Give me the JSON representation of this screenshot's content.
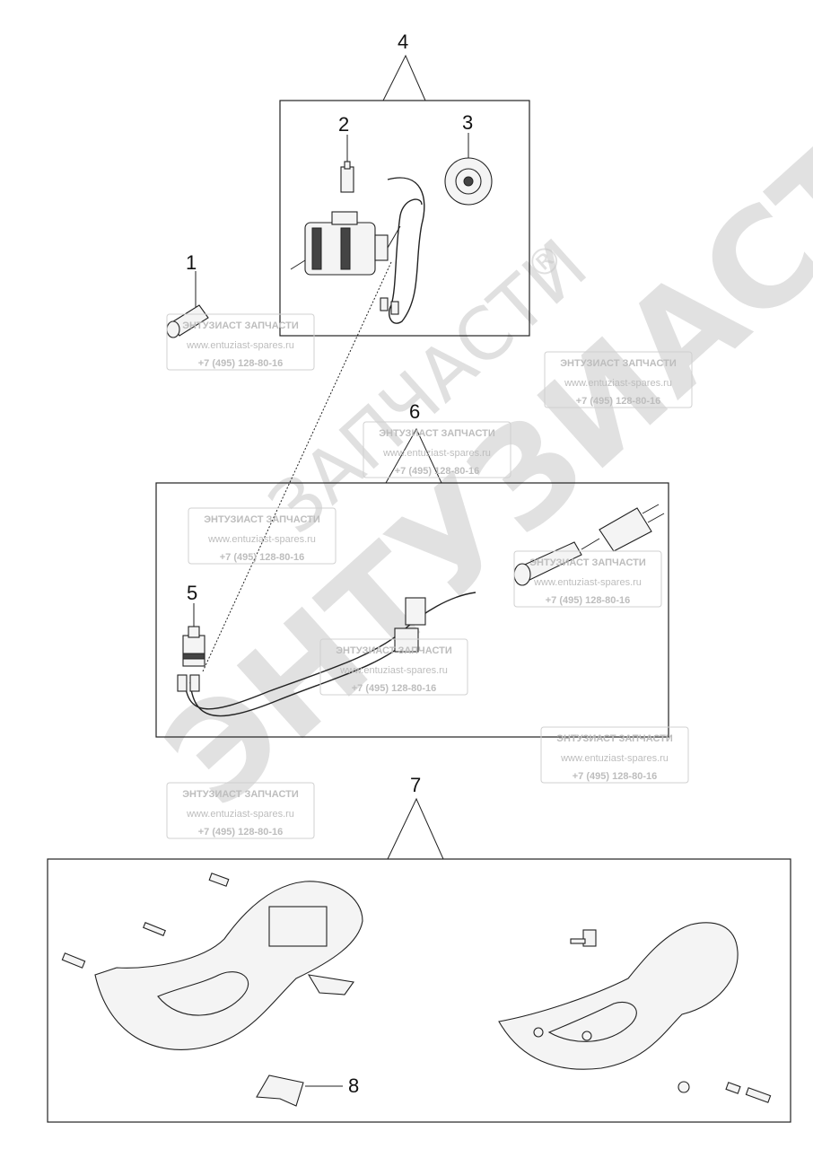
{
  "callouts": [
    "1",
    "2",
    "3",
    "4",
    "5",
    "6",
    "7",
    "8"
  ],
  "watermark": {
    "brand": "ЭНТУЗИАСТ!",
    "sub": "ЗАПЧАСТИ",
    "reg": "®"
  },
  "stamp": {
    "name": "ЭНТУЗИАСТ ЗАПЧАСТИ",
    "url": "www.entuziast-spares.ru",
    "phone": "+7 (495) 128-80-16"
  }
}
